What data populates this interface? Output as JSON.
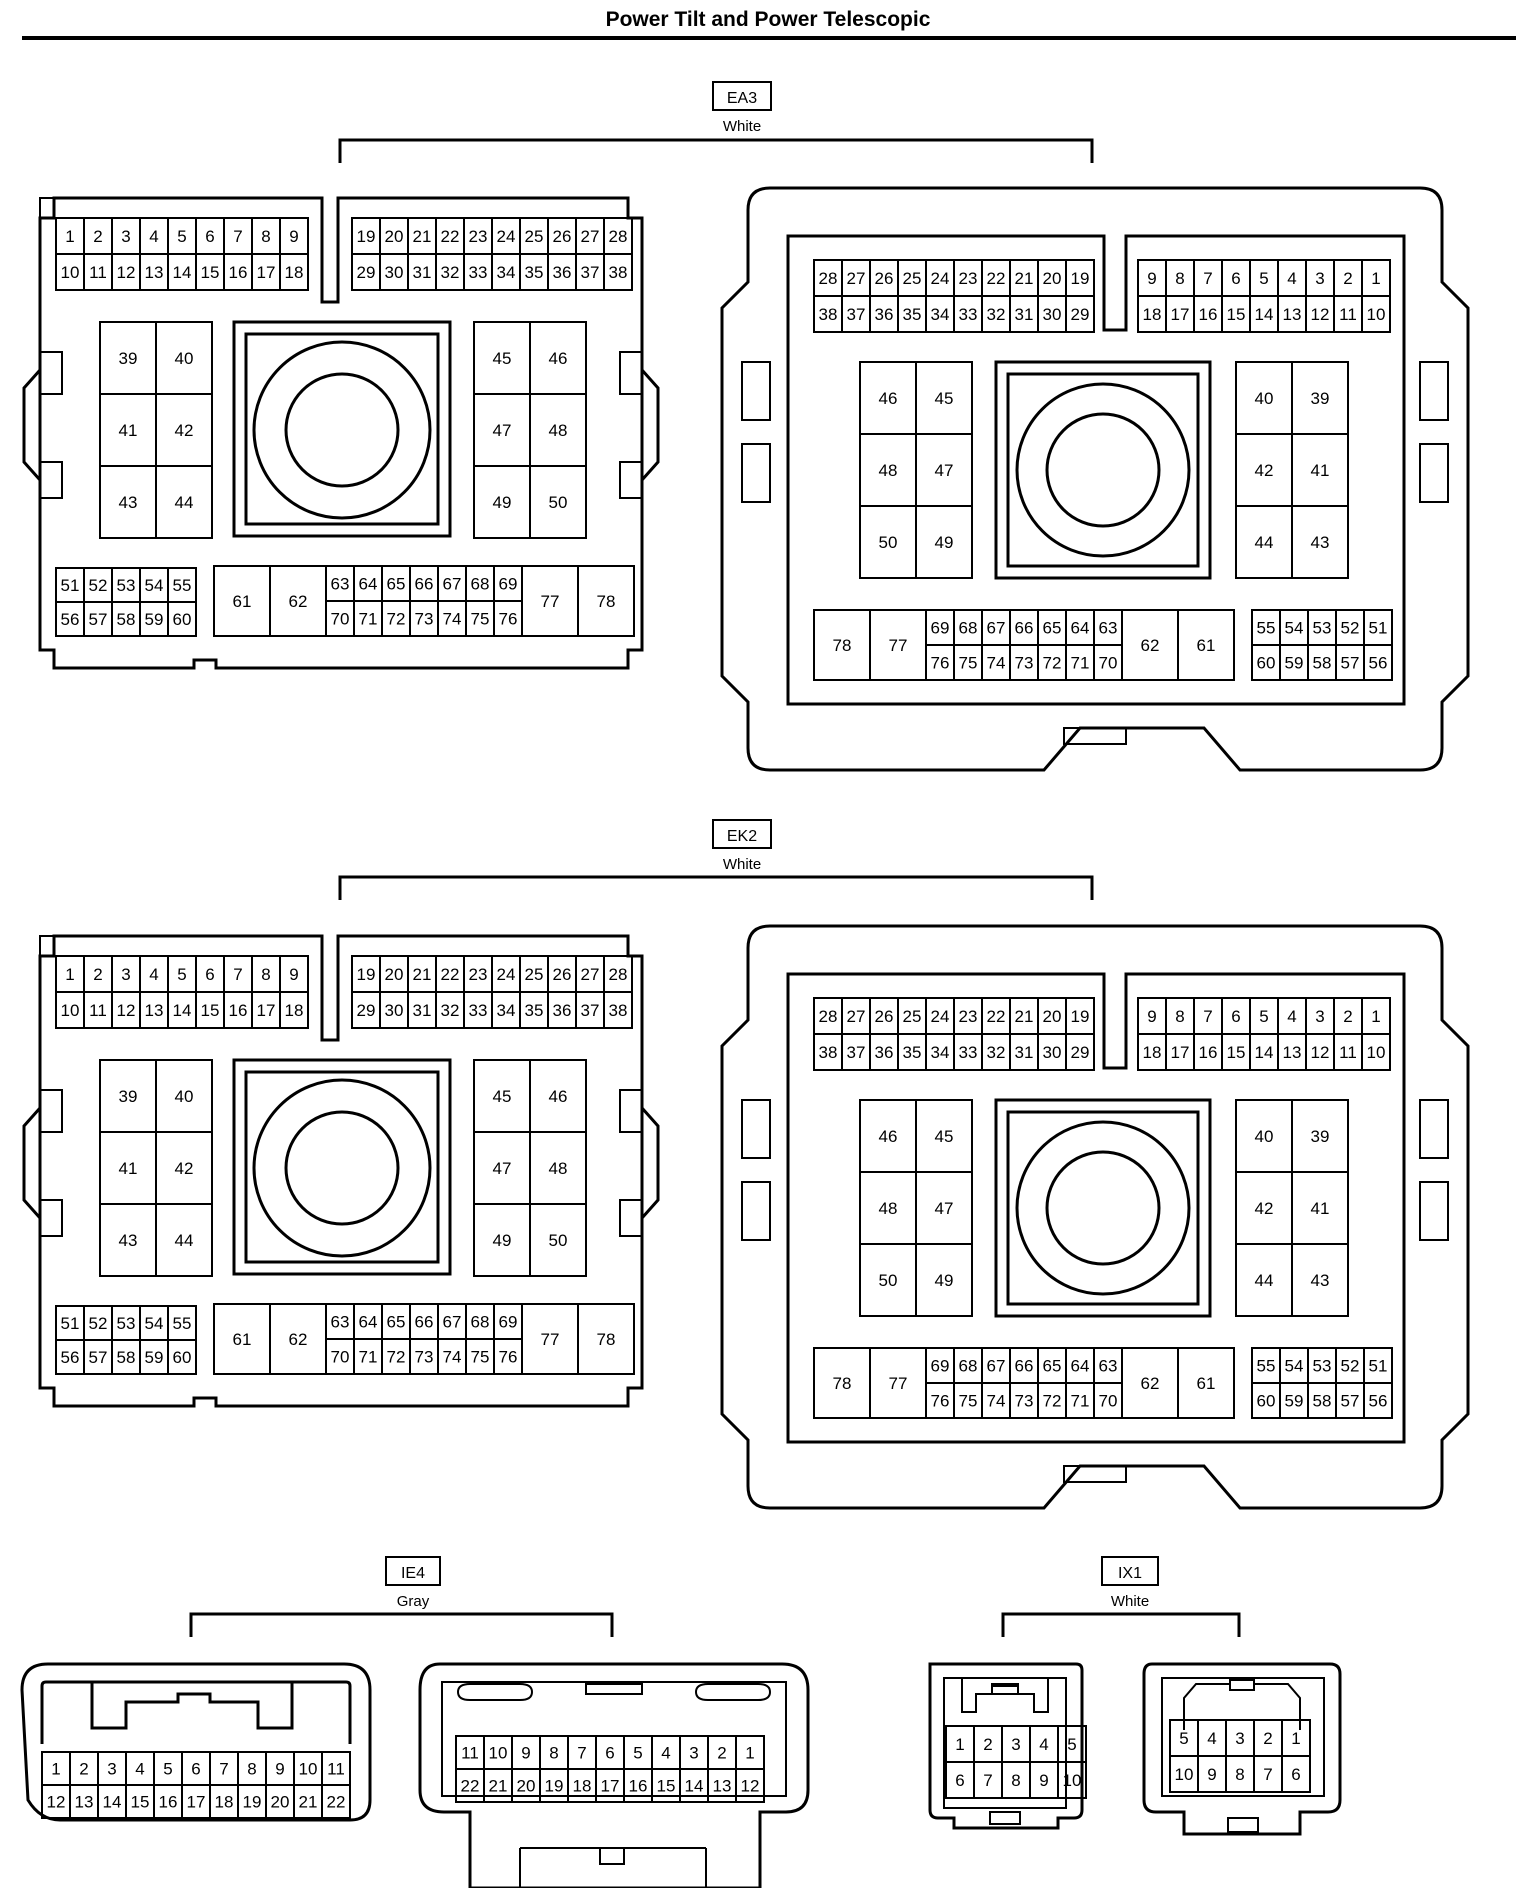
{
  "page": {
    "title": "Power Tilt and Power Telescopic"
  },
  "connectors": [
    {
      "code": "EA3",
      "color": "White"
    },
    {
      "code": "EK2",
      "color": "White"
    },
    {
      "code": "IE4",
      "color": "Gray"
    },
    {
      "code": "IX1",
      "color": "White"
    }
  ]
}
